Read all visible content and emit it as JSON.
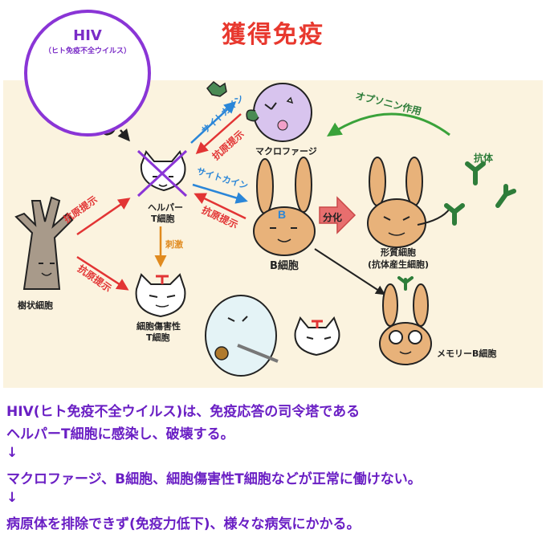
{
  "title": "獲得免疫",
  "hiv": {
    "title": "HIV",
    "subtitle": "（ヒト免疫不全ウイルス）"
  },
  "labels": {
    "macrophage": "マクロファージ",
    "helper_t_line1": "ヘルパー",
    "helper_t_line2": "T細胞",
    "b_cell": "B細胞",
    "plasma_line1": "形質細胞",
    "plasma_line2": "(抗体産生細胞)",
    "dendritic": "樹状細胞",
    "cytotoxic_line1": "細胞傷害性",
    "cytotoxic_line2": "T細胞",
    "memory_b": "メモリーB細胞",
    "antibody": "抗体",
    "opsonin": "オプソニン作用",
    "differentiation": "分化",
    "stimulation": "刺激"
  },
  "arrows": {
    "antigen_presentation": "抗原提示",
    "cytokine": "サイトカイン"
  },
  "colors": {
    "title": "#e8382e",
    "hiv": "#8a35d6",
    "antigen_arrow": "#e23434",
    "cytokine_arrow": "#2a86d8",
    "stimulation_arrow": "#e08a1e",
    "opsonin_arrow": "#3aa23a",
    "panel_bg": "#fbf3df",
    "bottom_text": "#6a1fc4"
  },
  "bottom_text": [
    "HIV(ヒト免疫不全ウイルス)は、免疫応答の司令塔である",
    "ヘルパーT細胞に感染し、破壊する。",
    "↓",
    "マクロファージ、B細胞、細胞傷害性T細胞などが正常に働けない。",
    "↓",
    "病原体を排除できず(免疫力低下)、様々な病気にかかる。"
  ]
}
